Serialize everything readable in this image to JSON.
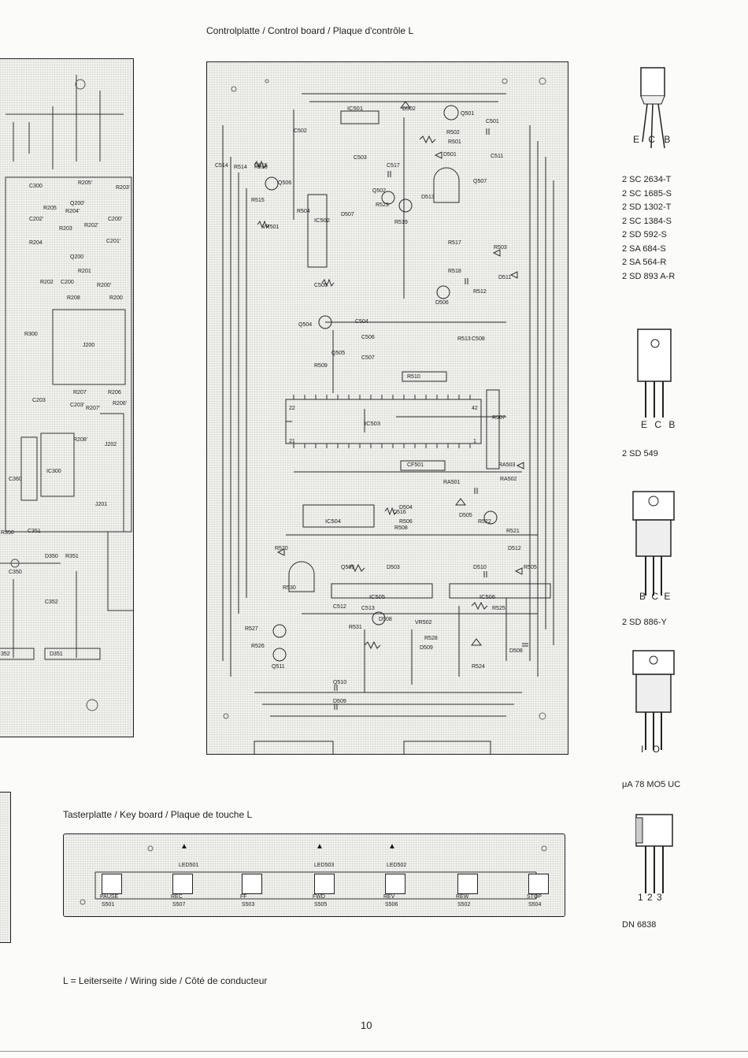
{
  "header": {
    "control_title": "Controlplatte / Control board / Plaque d'contrôle L"
  },
  "keyboard": {
    "title": "Tasterplatte / Key board / Plaque de touche L",
    "leds": [
      "LED501",
      "LED503",
      "LED502"
    ],
    "keys": [
      {
        "name": "PAUSE",
        "ref": "S501"
      },
      {
        "name": "REC",
        "ref": "S507"
      },
      {
        "name": "FF",
        "ref": "S503"
      },
      {
        "name": "FWD",
        "ref": "S505"
      },
      {
        "name": "REV",
        "ref": "S506"
      },
      {
        "name": "REW",
        "ref": "S502"
      },
      {
        "name": "STOP",
        "ref": "S504"
      }
    ]
  },
  "footer": {
    "legend": "L = Leiterseite / Wiring side / Côté de conducteur",
    "page_number": "10"
  },
  "pinout": {
    "to92_pins": "E C B",
    "to92_types": [
      "2 SC 2634-T",
      "2 SC 1685-S",
      "2 SD 1302-T",
      "2 SC 1384-S",
      "2 SD 592-S",
      "2 SA 684-S",
      "2 SA 564-R",
      "2 SD 893 A-R"
    ],
    "to126_pins": "E C B",
    "to126_type": "2 SD 549",
    "to220_pins": "B C E",
    "to220_type": "2 SD 886-Y",
    "reg_pins": "I O",
    "reg_type": "μA 78 MO5 UC",
    "sip_pins": "1 2 3",
    "sip_type": "DN 6838"
  },
  "left_board": {
    "labels": [
      "C300",
      "R205'",
      "R203'",
      "C202'",
      "R205",
      "Q200'",
      "R204'",
      "R203",
      "R202'",
      "C200'",
      "R204",
      "C201'",
      "Q200",
      "R201",
      "R202",
      "C200",
      "R200'",
      "R208",
      "R200",
      "R300",
      "J200",
      "C203",
      "R207",
      "R206",
      "R206'",
      "C203'",
      "R207'",
      "R208'",
      "J202",
      "IC300",
      "C360",
      "J201",
      "R350",
      "C351",
      "D350",
      "R351",
      "C350",
      "C352",
      "352",
      "D351"
    ]
  },
  "control_board": {
    "ic_labels": [
      "IC501",
      "IC502",
      "IC503",
      "IC504",
      "IC505",
      "IC506"
    ],
    "ic503_pins": [
      "22",
      "42",
      "21",
      "1"
    ],
    "labels": [
      "D502",
      "Q501",
      "C501",
      "R502",
      "R501",
      "D501",
      "C502",
      "C503",
      "C517",
      "R514",
      "R516",
      "Q506",
      "Q502",
      "R515",
      "R504",
      "R523",
      "D507",
      "D513",
      "Q507",
      "VR501",
      "R519",
      "R517",
      "R503",
      "R518",
      "D511",
      "C505",
      "D506",
      "R512",
      "Q504",
      "C504",
      "C506",
      "Q505",
      "C507",
      "R513",
      "C508",
      "R509",
      "R510",
      "R507",
      "CF501",
      "RA503",
      "RA502",
      "RA501",
      "D504",
      "C516",
      "R506",
      "R508",
      "D505",
      "R522",
      "R521",
      "R520",
      "D512",
      "Q503",
      "D503",
      "D510",
      "R505",
      "R530",
      "C512",
      "C513",
      "D508",
      "VR502",
      "R525",
      "R527",
      "R531",
      "R526",
      "D509",
      "R528",
      "Q511",
      "R524",
      "D508",
      "Q510",
      "D509",
      "C511",
      "C514",
      "C515"
    ]
  }
}
